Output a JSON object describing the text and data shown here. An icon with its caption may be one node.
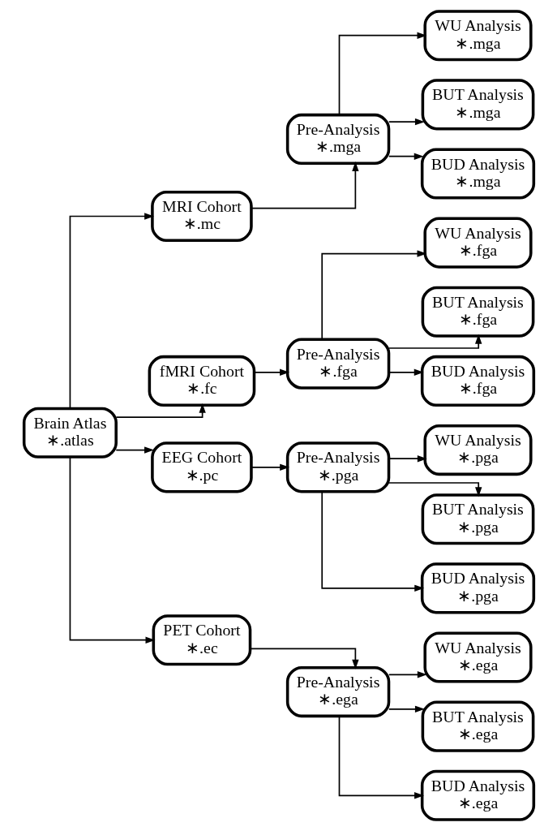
{
  "diagram": {
    "nodes": [
      {
        "text": [
          "Brain Atlas",
          "∗.atlas"
        ]
      },
      {
        "text": [
          "MRI Cohort",
          "∗.mc"
        ]
      },
      {
        "text": [
          "Pre-Analysis",
          "∗.mga"
        ]
      },
      {
        "text": [
          "WU Analysis",
          "∗.mga"
        ]
      },
      {
        "text": [
          "BUT Analysis",
          "∗.mga"
        ]
      },
      {
        "text": [
          "BUD Analysis",
          "∗.mga"
        ]
      },
      {
        "text": [
          "fMRI Cohort",
          "∗.fc"
        ]
      },
      {
        "text": [
          "Pre-Analysis",
          "∗.fga"
        ]
      },
      {
        "text": [
          "WU Analysis",
          "∗.fga"
        ]
      },
      {
        "text": [
          "BUT Analysis",
          "∗.fga"
        ]
      },
      {
        "text": [
          "BUD Analysis",
          "∗.fga"
        ]
      },
      {
        "text": [
          "EEG Cohort",
          "∗.pc"
        ]
      },
      {
        "text": [
          "Pre-Analysis",
          "∗.pga"
        ]
      },
      {
        "text": [
          "WU Analysis",
          "∗.pga"
        ]
      },
      {
        "text": [
          "BUT Analysis",
          "∗.pga"
        ]
      },
      {
        "text": [
          "BUD Analysis",
          "∗.pga"
        ]
      },
      {
        "text": [
          "PET Cohort",
          "∗.ec"
        ]
      },
      {
        "text": [
          "Pre-Analysis",
          "∗.ega"
        ]
      },
      {
        "text": [
          "WU Analysis",
          "∗.ega"
        ]
      },
      {
        "text": [
          "BUT Analysis",
          "∗.ega"
        ]
      },
      {
        "text": [
          "BUD Analysis",
          "∗.ega"
        ]
      }
    ],
    "edges": [
      {
        "from": 0,
        "to": 1,
        "arrow": "to"
      },
      {
        "from": 0,
        "to": 6,
        "arrow": "to"
      },
      {
        "from": 0,
        "to": 11,
        "arrow": "to"
      },
      {
        "from": 0,
        "to": 16,
        "arrow": "to"
      },
      {
        "from": 1,
        "to": 2,
        "arrow": "to"
      },
      {
        "from": 2,
        "to": 3,
        "arrow": "to"
      },
      {
        "from": 2,
        "to": 4,
        "arrow": "to"
      },
      {
        "from": 2,
        "to": 5,
        "arrow": "to"
      },
      {
        "from": 6,
        "to": 7,
        "arrow": "to"
      },
      {
        "from": 7,
        "to": 8,
        "arrow": "to"
      },
      {
        "from": 7,
        "to": 9,
        "arrow": "to"
      },
      {
        "from": 7,
        "to": 10,
        "arrow": "to"
      },
      {
        "from": 11,
        "to": 12,
        "arrow": "to"
      },
      {
        "from": 12,
        "to": 13,
        "arrow": "to"
      },
      {
        "from": 12,
        "to": 14,
        "arrow": "to"
      },
      {
        "from": 12,
        "to": 15,
        "arrow": "to"
      },
      {
        "from": 16,
        "to": 17,
        "arrow": "to"
      },
      {
        "from": 17,
        "to": 18,
        "arrow": "to"
      },
      {
        "from": 17,
        "to": 19,
        "arrow": "to"
      },
      {
        "from": 17,
        "to": 20,
        "arrow": "to"
      }
    ]
  }
}
